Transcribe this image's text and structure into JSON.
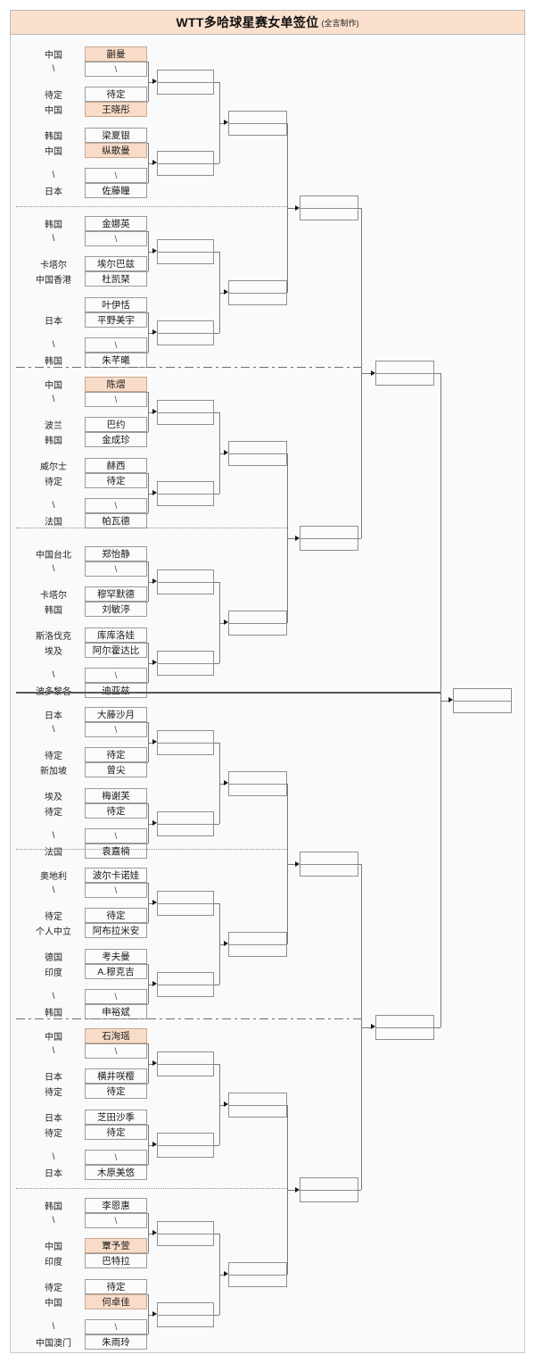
{
  "header": {
    "title_main": "WTT多哈球星赛女单签位",
    "title_sub": "(全言制作)"
  },
  "labels": {
    "bye": "\\",
    "tbd": "待定"
  },
  "colors": {
    "title_bg": "#fbe0cd",
    "highlight": "#f8dcc8",
    "frame": "#fafafa",
    "line": "#7a7a7a"
  },
  "bracket": {
    "sections": [
      {
        "id": "section-1",
        "slots": [
          {
            "country": "中国",
            "name": "蒯曼",
            "highlight": true
          },
          {
            "country": "\\",
            "name": "\\",
            "highlight": false
          },
          {
            "country": "待定",
            "name": "待定",
            "highlight": false
          },
          {
            "country": "中国",
            "name": "王晓彤",
            "highlight": true
          },
          {
            "country": "韩国",
            "name": "梁夏银",
            "highlight": false
          },
          {
            "country": "中国",
            "name": "纵歌曼",
            "highlight": true
          },
          {
            "country": "\\",
            "name": "\\",
            "highlight": false
          },
          {
            "country": "日本",
            "name": "佐藤瞳",
            "highlight": false
          }
        ]
      },
      {
        "id": "section-2",
        "slots": [
          {
            "country": "韩国",
            "name": "金娜英",
            "highlight": false
          },
          {
            "country": "\\",
            "name": "\\",
            "highlight": false
          },
          {
            "country": "卡塔尔",
            "name": "埃尔巴兹",
            "highlight": false
          },
          {
            "country": "中国香港",
            "name": "杜凯琹",
            "highlight": false
          },
          {
            "country": "",
            "name": "叶伊恬",
            "highlight": false
          },
          {
            "country": "日本",
            "name": "平野美宇",
            "highlight": false
          },
          {
            "country": "\\",
            "name": "\\",
            "highlight": false
          },
          {
            "country": "韩国",
            "name": "朱芊曦",
            "highlight": false
          }
        ]
      },
      {
        "id": "section-3",
        "slots": [
          {
            "country": "中国",
            "name": "陈熠",
            "highlight": true
          },
          {
            "country": "\\",
            "name": "\\",
            "highlight": false
          },
          {
            "country": "波兰",
            "name": "巴约",
            "highlight": false
          },
          {
            "country": "韩国",
            "name": "金成珍",
            "highlight": false
          },
          {
            "country": "威尔士",
            "name": "赫西",
            "highlight": false
          },
          {
            "country": "待定",
            "name": "待定",
            "highlight": false
          },
          {
            "country": "\\",
            "name": "\\",
            "highlight": false
          },
          {
            "country": "法国",
            "name": "帕瓦德",
            "highlight": false
          }
        ]
      },
      {
        "id": "section-4",
        "slots": [
          {
            "country": "中国台北",
            "name": "郑怡静",
            "highlight": false
          },
          {
            "country": "\\",
            "name": "\\",
            "highlight": false
          },
          {
            "country": "卡塔尔",
            "name": "穆罕默德",
            "highlight": false
          },
          {
            "country": "韩国",
            "name": "刘敏渟",
            "highlight": false
          },
          {
            "country": "斯洛伐克",
            "name": "库库洛娃",
            "highlight": false
          },
          {
            "country": "埃及",
            "name": "阿尔霍达比",
            "highlight": false
          },
          {
            "country": "\\",
            "name": "\\",
            "highlight": false
          },
          {
            "country": "波多黎各",
            "name": "迪亚兹",
            "highlight": false
          }
        ]
      },
      {
        "id": "section-5",
        "slots": [
          {
            "country": "日本",
            "name": "大藤沙月",
            "highlight": false
          },
          {
            "country": "\\",
            "name": "\\",
            "highlight": false
          },
          {
            "country": "待定",
            "name": "待定",
            "highlight": false
          },
          {
            "country": "新加坡",
            "name": "曾尖",
            "highlight": false
          },
          {
            "country": "埃及",
            "name": "梅谢芙",
            "highlight": false
          },
          {
            "country": "待定",
            "name": "待定",
            "highlight": false
          },
          {
            "country": "\\",
            "name": "\\",
            "highlight": false
          },
          {
            "country": "法国",
            "name": "袁嘉楠",
            "highlight": false
          }
        ]
      },
      {
        "id": "section-6",
        "slots": [
          {
            "country": "奥地利",
            "name": "波尔卡诺娃",
            "highlight": false
          },
          {
            "country": "\\",
            "name": "\\",
            "highlight": false
          },
          {
            "country": "待定",
            "name": "待定",
            "highlight": false
          },
          {
            "country": "个人中立",
            "name": "阿布拉米安",
            "highlight": false
          },
          {
            "country": "德国",
            "name": "考夫曼",
            "highlight": false
          },
          {
            "country": "印度",
            "name": "A.穆克吉",
            "highlight": false
          },
          {
            "country": "\\",
            "name": "\\",
            "highlight": false
          },
          {
            "country": "韩国",
            "name": "申裕斌",
            "highlight": false
          }
        ]
      },
      {
        "id": "section-7",
        "slots": [
          {
            "country": "中国",
            "name": "石洵瑶",
            "highlight": true
          },
          {
            "country": "\\",
            "name": "\\",
            "highlight": false
          },
          {
            "country": "日本",
            "name": "横井咲樱",
            "highlight": false
          },
          {
            "country": "待定",
            "name": "待定",
            "highlight": false
          },
          {
            "country": "日本",
            "name": "芝田沙季",
            "highlight": false
          },
          {
            "country": "待定",
            "name": "待定",
            "highlight": false
          },
          {
            "country": "\\",
            "name": "\\",
            "highlight": false
          },
          {
            "country": "日本",
            "name": "木原美悠",
            "highlight": false
          }
        ]
      },
      {
        "id": "section-8",
        "slots": [
          {
            "country": "韩国",
            "name": "李恩惠",
            "highlight": false
          },
          {
            "country": "\\",
            "name": "\\",
            "highlight": false
          },
          {
            "country": "中国",
            "name": "覃予萱",
            "highlight": true
          },
          {
            "country": "印度",
            "name": "巴特拉",
            "highlight": false
          },
          {
            "country": "待定",
            "name": "待定",
            "highlight": false
          },
          {
            "country": "中国",
            "name": "何卓佳",
            "highlight": true
          },
          {
            "country": "\\",
            "name": "\\",
            "highlight": false
          },
          {
            "country": "中国澳门",
            "name": "朱雨玲",
            "highlight": false
          }
        ]
      }
    ]
  }
}
